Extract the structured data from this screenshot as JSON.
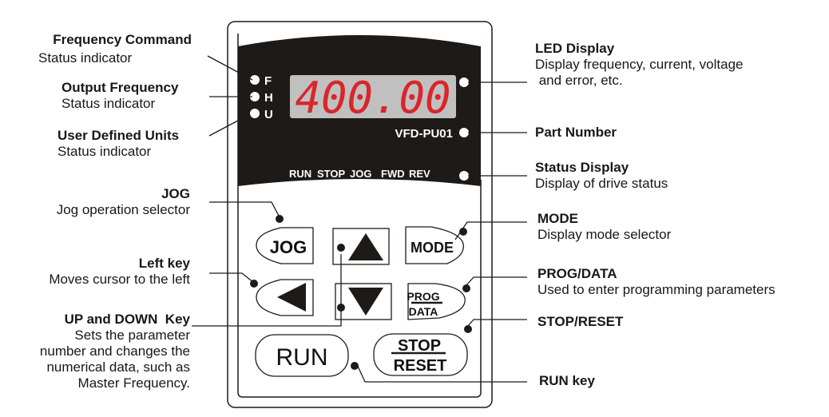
{
  "panel": {
    "model": "VFD-PU01",
    "display_value": "400.00",
    "indicators": [
      "F",
      "H",
      "U"
    ],
    "status_items": [
      "RUN",
      "STOP",
      "JOG",
      "FWD",
      "REV"
    ],
    "keys": {
      "jog": "JOG",
      "mode": "MODE",
      "prog": "PROG",
      "data": "DATA",
      "run": "RUN",
      "stop": "STOP",
      "reset": "RESET"
    },
    "colors": {
      "led_digits": "#d9262b",
      "led_bg": "#c0c0c0",
      "bezel": "#1e1a17"
    }
  },
  "left_labels": [
    {
      "title": "Frequency Command",
      "desc": [
        "Status indicator"
      ]
    },
    {
      "title": "Output Frequency",
      "desc": [
        "Status indicator"
      ]
    },
    {
      "title": "User Defined Units",
      "desc": [
        "Status indicator"
      ]
    },
    {
      "title": "JOG",
      "desc": [
        "Jog operation selector"
      ]
    },
    {
      "title": "Left key",
      "desc": [
        "Moves cursor to the left"
      ]
    },
    {
      "title": "UP and DOWN  Key",
      "desc": [
        "Sets the parameter",
        "number and changes the",
        "numerical data, such as",
        "Master Frequency."
      ]
    }
  ],
  "right_labels": [
    {
      "title": "LED Display",
      "desc": [
        "Display frequency, current, voltage",
        " and error, etc."
      ]
    },
    {
      "title": "Part Number",
      "desc": []
    },
    {
      "title": "Status Display",
      "desc": [
        "Display of drive status"
      ]
    },
    {
      "title": "MODE",
      "desc": [
        "Display mode selector"
      ]
    },
    {
      "title": "PROG/DATA",
      "desc": [
        "Used to enter programming parameters"
      ]
    },
    {
      "title": "STOP/RESET",
      "desc": []
    },
    {
      "title": "RUN key",
      "desc": []
    }
  ]
}
